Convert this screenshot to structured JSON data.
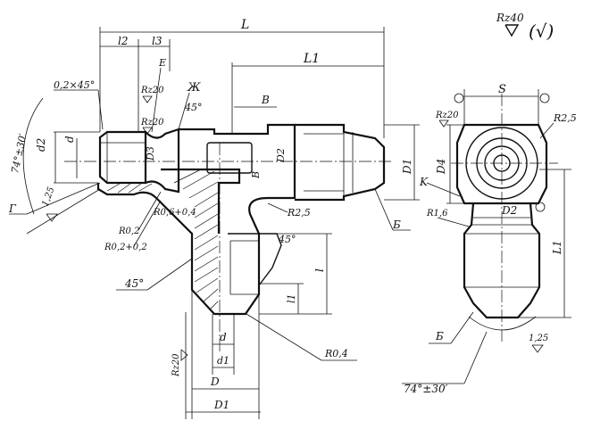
{
  "drawing": {
    "roughness_general": "Rz40",
    "roughness_other": "(√)",
    "dims": {
      "L": "L",
      "L1": "L1",
      "l2": "l2",
      "l3": "l3",
      "E": "E",
      "chamfer": "0,2×45°",
      "rz20_a": "Rz20",
      "rz20_b": "Rz20",
      "zh": "Ж",
      "angle45_top": "45°",
      "B": "B",
      "d2": "d2",
      "d": "d",
      "D3": "D3",
      "D2": "D2",
      "D1": "D1",
      "angle74": "74°±30′",
      "rz125_left": "1,25",
      "G": "Г",
      "R02": "R0,2",
      "R02tol": "R0,2+0,2",
      "R06": "R0,6+0,4",
      "R25": "R2,5",
      "Bv": "B",
      "Bsec": "Б",
      "angle45_mid": "45°",
      "angle45_left": "45°",
      "l": "l",
      "l1": "l1",
      "rz20_bottom": "Rz20",
      "d_bottom": "d",
      "d1_bottom": "d1",
      "D_bottom": "D",
      "D1_bottom": "D1",
      "R04": "R0,4"
    },
    "side": {
      "S": "S",
      "rz20": "Rz20",
      "R25": "R2,5",
      "D4": "D4",
      "K": "K",
      "R16": "R1,6",
      "D2": "D2",
      "L1": "L1",
      "Bsec": "Б",
      "rz125": "1,25",
      "angle74": "74°±30′"
    }
  }
}
